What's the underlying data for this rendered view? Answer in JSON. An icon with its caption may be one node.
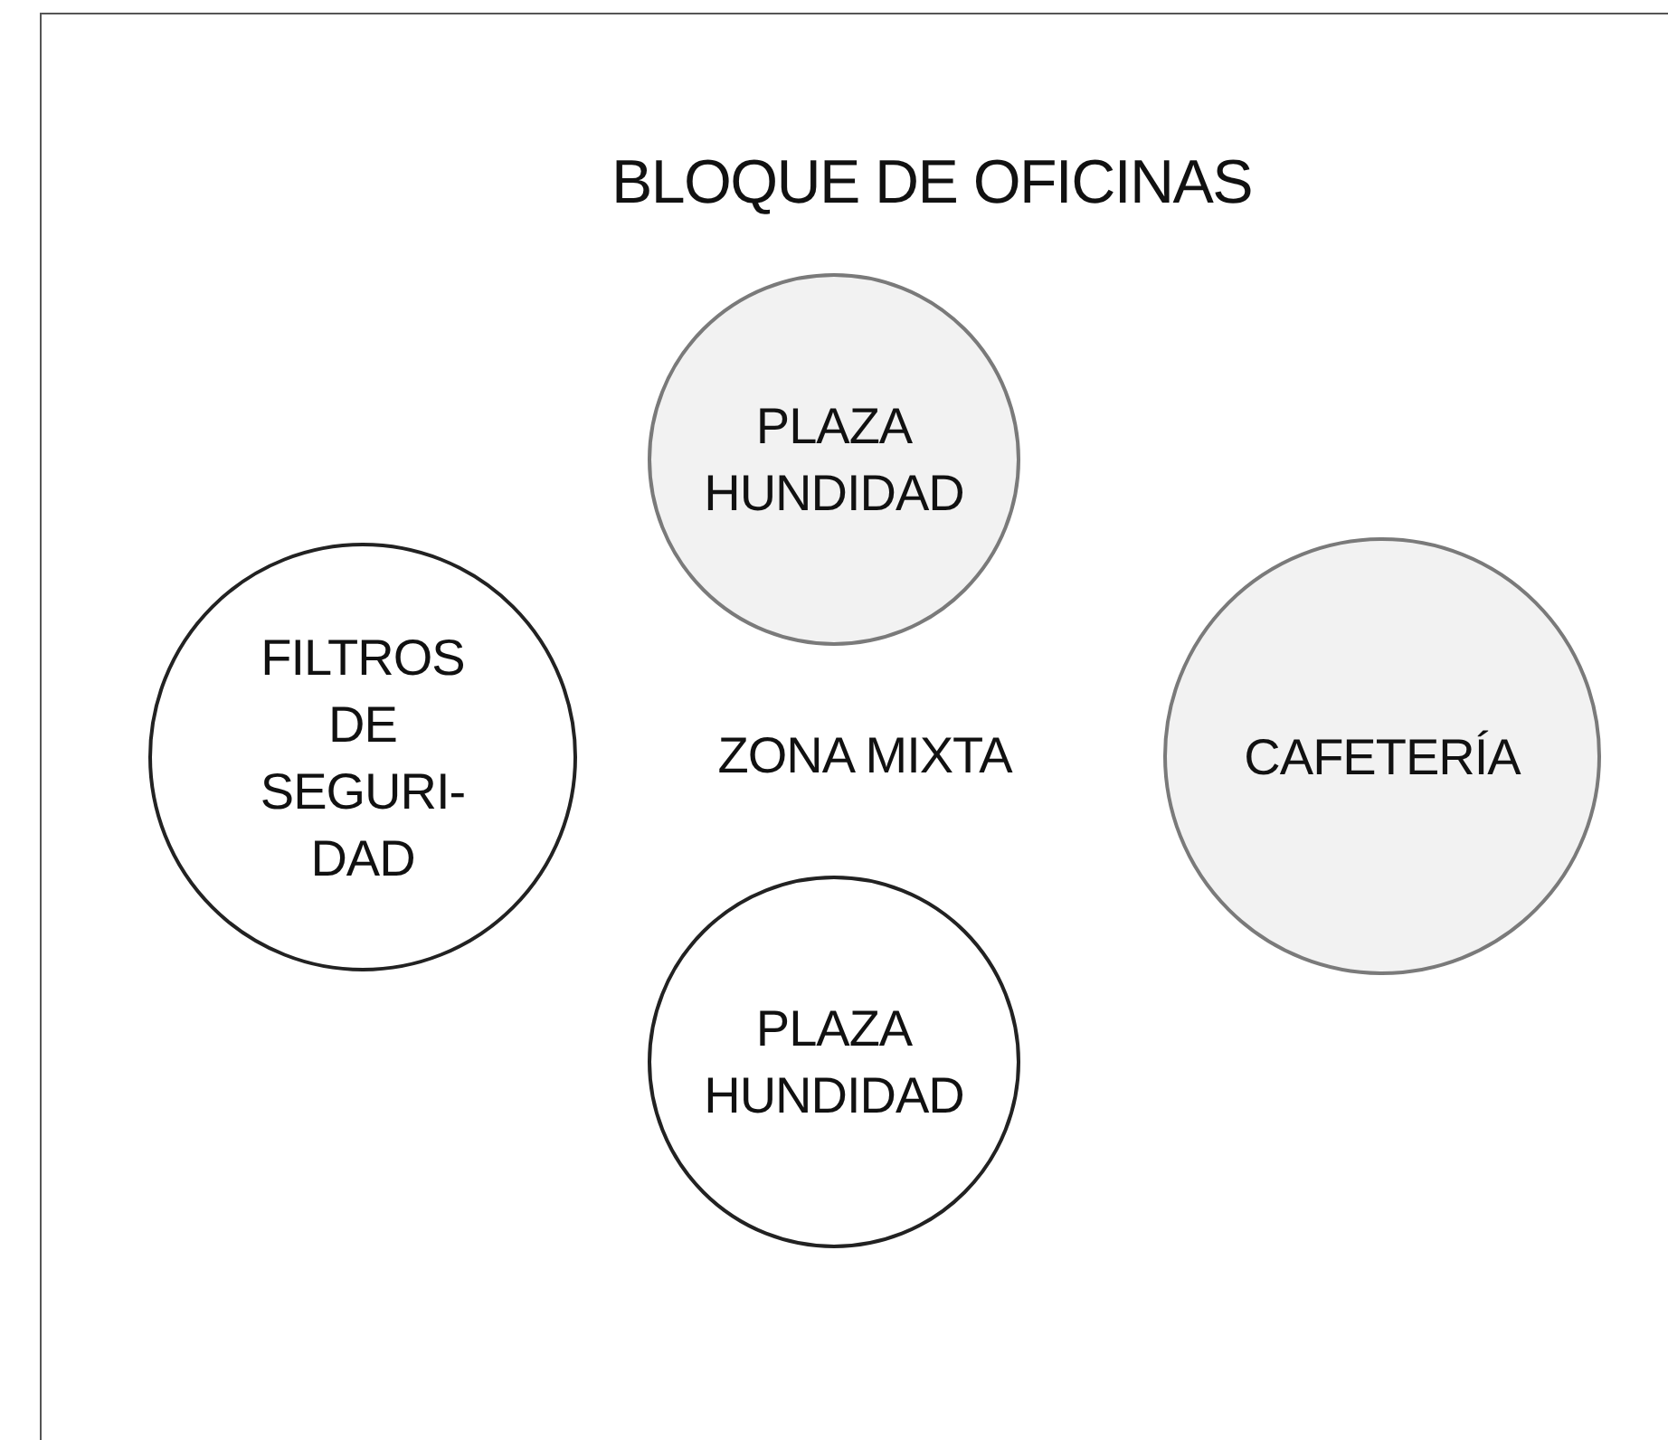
{
  "diagram": {
    "nodes": [
      {
        "text": [
          "BLOQUE DE OFICINAS"
        ]
      },
      {
        "text": [
          "PLAZA HUNDIDAD"
        ],
        "in": 0
      },
      {
        "text": [
          "FILTROS DE SEGURI- DAD"
        ],
        "in": 0
      },
      {
        "text": [
          "CAFETERÍA"
        ],
        "in": 0
      },
      {
        "text": [
          "PLAZA HUNDIDAD"
        ],
        "in": 0
      }
    ],
    "labels": [
      "ZONA MIXTA"
    ]
  }
}
